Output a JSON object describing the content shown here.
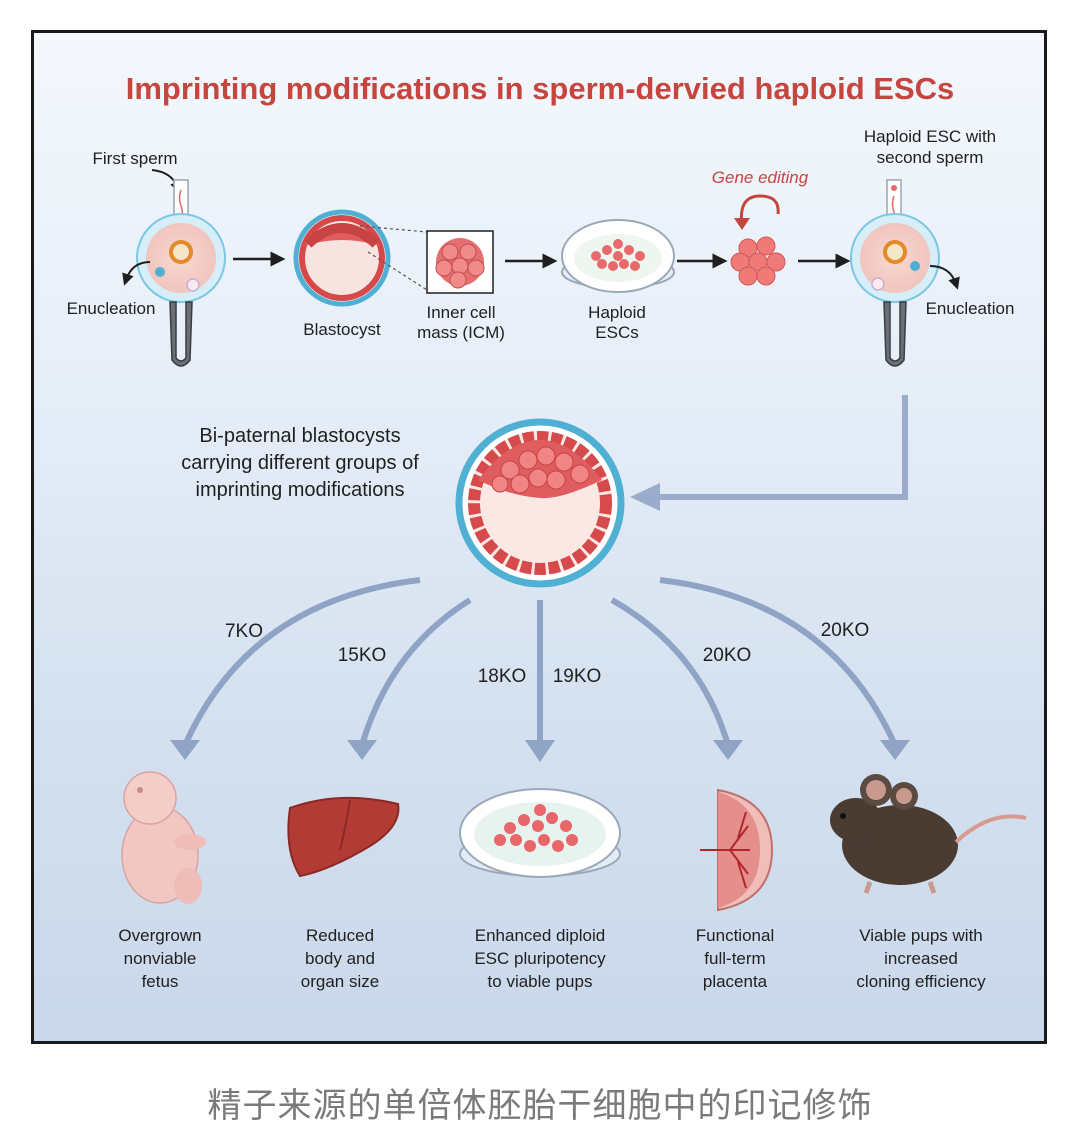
{
  "title": "Imprinting modifications in sperm-dervied haploid ESCs",
  "top_row": {
    "first_sperm": "First sperm",
    "enucleation_left": "Enucleation",
    "blastocyst": "Blastocyst",
    "icm": [
      "Inner cell",
      "mass (ICM)"
    ],
    "haploid_escs": [
      "Haploid",
      "ESCs"
    ],
    "gene_editing": "Gene editing",
    "haploid_esc_second": [
      "Haploid ESC with",
      "second sperm"
    ],
    "enucleation_right": "Enucleation"
  },
  "bipaternal": [
    "Bi-paternal blastocysts",
    "carrying different groups of",
    "imprinting modifications"
  ],
  "ko_labels": [
    "7KO",
    "15KO",
    "18KO",
    "19KO",
    "20KO",
    "20KO"
  ],
  "outcomes": [
    {
      "lines": [
        "Overgrown",
        "nonviable",
        "fetus"
      ]
    },
    {
      "lines": [
        "Reduced",
        "body and",
        "organ size"
      ]
    },
    {
      "lines": [
        "Enhanced diploid",
        "ESC pluripotency",
        "to viable pups"
      ]
    },
    {
      "lines": [
        "Functional",
        "full-term",
        "placenta"
      ]
    },
    {
      "lines": [
        "Viable pups with",
        "increased",
        "cloning efficiency"
      ]
    }
  ],
  "caption": "精子来源的单倍体胚胎干细胞中的印记修饰",
  "colors": {
    "title": "#c4463f",
    "arrow": "#8fa3c4",
    "cell": "#e4686a",
    "rim": "#4fb0d4"
  }
}
